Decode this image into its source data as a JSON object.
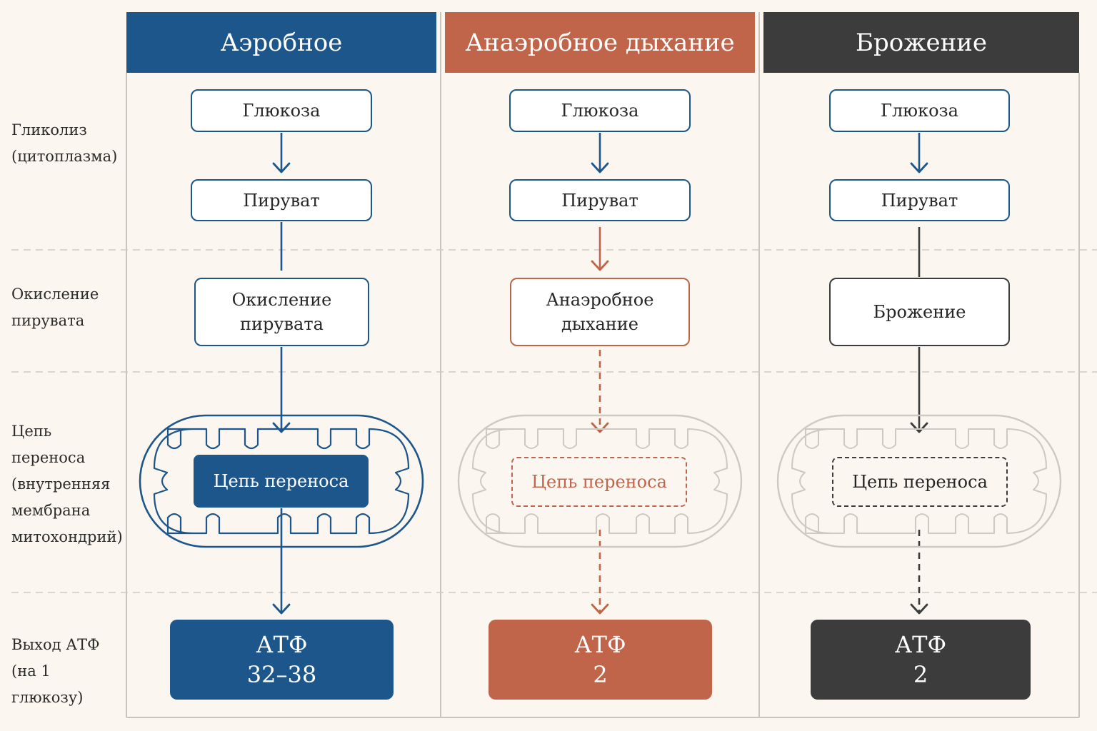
{
  "colors": {
    "aerobic": "#1d568a",
    "anaerobic": "#c0654a",
    "fermentation": "#3c3c3c",
    "grid": "#c9c4bc",
    "background": "#fbf6ef",
    "mito_inactive": "#cdc9c3"
  },
  "rows": [
    {
      "label_lines": [
        "Гликолиз",
        "(цитоплазма)"
      ]
    },
    {
      "label_lines": [
        "Окисление",
        "пирувата"
      ]
    },
    {
      "label_lines": [
        "Цепь",
        "переноса",
        "(внутренняя",
        "мембрана",
        "митохондрий)"
      ]
    },
    {
      "label_lines": [
        "Выход АТФ",
        "(на 1 глюкозу)"
      ]
    }
  ],
  "columns": [
    {
      "header": "Аэробное",
      "glucose": "Глюкоза",
      "pyruvate": "Пируват",
      "stage2": "Окисление пирувата",
      "chain": "Цепь переноса",
      "atp_label": "АТФ",
      "atp_value": "32–38",
      "chain_active": true
    },
    {
      "header": "Анаэробное дыхание",
      "glucose": "Глюкоза",
      "pyruvate": "Пируват",
      "stage2": "Анаэробное дыхание",
      "chain": "Цепь переноса",
      "atp_label": "АТФ",
      "atp_value": "2",
      "chain_active": false
    },
    {
      "header": "Брожение",
      "glucose": "Глюкоза",
      "pyruvate": "Пируват",
      "stage2": "Брожение",
      "chain": "Цепь переноса",
      "atp_label": "АТФ",
      "atp_value": "2",
      "chain_active": false
    }
  ]
}
